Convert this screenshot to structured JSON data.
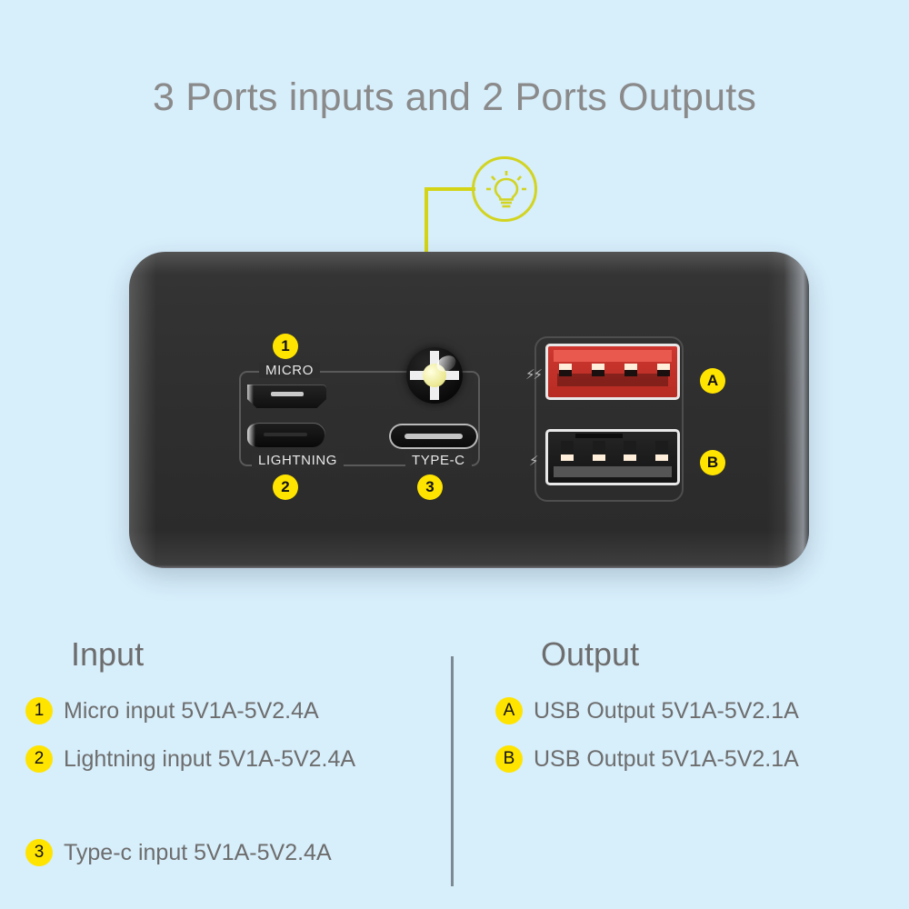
{
  "page": {
    "title": "3 Ports inputs and 2 Ports Outputs",
    "background_color": "#d7eefb",
    "accent_color": "#ffe400",
    "text_color": "#6d6d6d",
    "lead_line_color": "#d4d415"
  },
  "callout": {
    "icon": "lightbulb-icon",
    "icon_color": "#d2d420"
  },
  "device": {
    "body_color": "#2e2e2e",
    "led": {
      "name": "led-indicator",
      "center_color": "#eeeb9a"
    },
    "input_ports": [
      {
        "badge": "1",
        "label": "MICRO",
        "icon": "micro-usb-port-icon"
      },
      {
        "badge": "2",
        "label": "LIGHTNING",
        "icon": "lightning-port-icon"
      },
      {
        "badge": "3",
        "label": "TYPE-C",
        "icon": "type-c-port-icon"
      }
    ],
    "output_ports": [
      {
        "badge": "A",
        "icon": "usb-a-port-icon",
        "color": "#cf3830",
        "bolt": "⚡⚡"
      },
      {
        "badge": "B",
        "icon": "usb-a-port-icon",
        "color": "#262626",
        "bolt": "⚡"
      }
    ]
  },
  "legend": {
    "input": {
      "heading": "Input",
      "items": [
        {
          "badge": "1",
          "text": "Micro input 5V1A-5V2.4A"
        },
        {
          "badge": "2",
          "text": "Lightning input 5V1A-5V2.4A"
        },
        {
          "badge": "3",
          "text": "Type-c input 5V1A-5V2.4A"
        }
      ]
    },
    "output": {
      "heading": "Output",
      "items": [
        {
          "badge": "A",
          "text": "USB Output 5V1A-5V2.1A"
        },
        {
          "badge": "B",
          "text": "USB Output 5V1A-5V2.1A"
        }
      ]
    }
  }
}
